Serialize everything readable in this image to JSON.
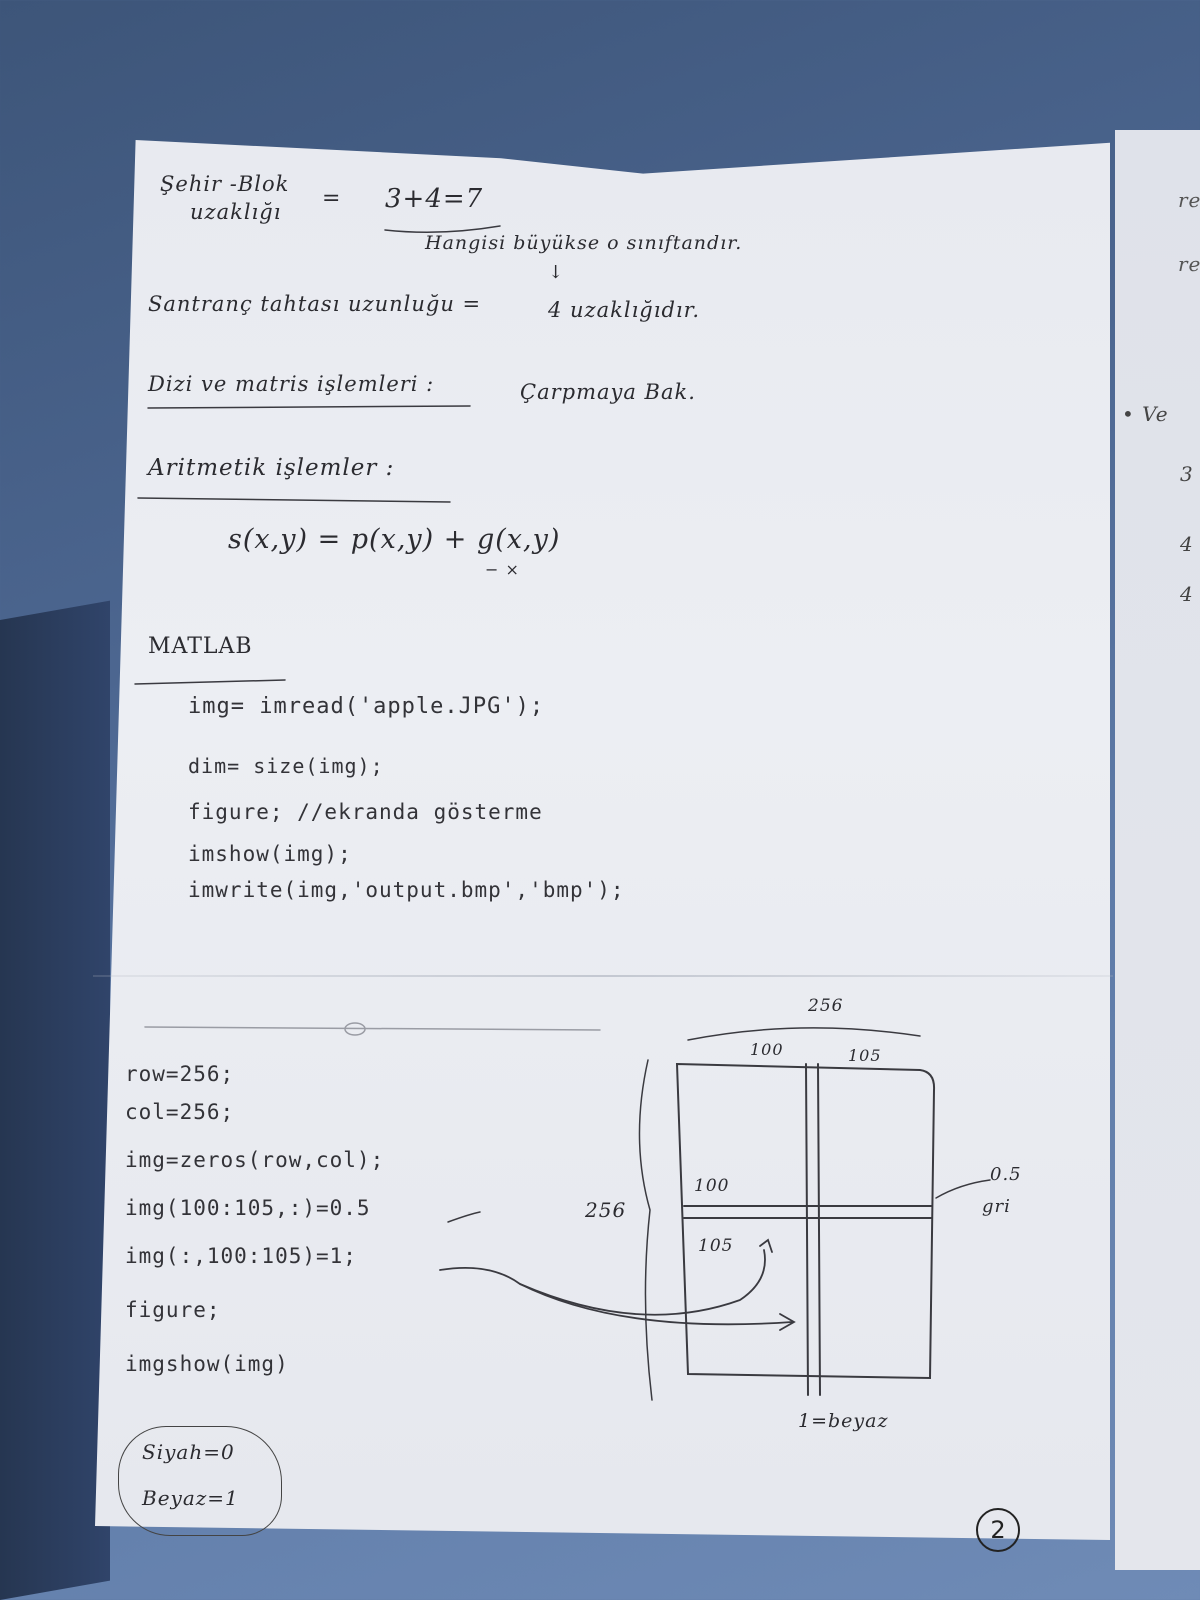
{
  "notes": {
    "l1a": "Şehir -Blok",
    "l1b": "uzaklığı",
    "l1eq": "=",
    "l1val": "3+4=7",
    "l2": "Hangisi büyükse o sınıftandır.",
    "l2arrow": "↓",
    "l3a": "Santranç tahtası uzunluğu =",
    "l3b": "4 uzaklığıdır.",
    "l4a": "Dizi ve matris işlemleri :",
    "l4b": "Çarpmaya Bak.",
    "l5": "Aritmetik işlemler :",
    "formula": "s(x,y) = p(x,y) + g(x,y)",
    "formula_ops": "− ×",
    "matlab_title": "MATLAB",
    "code1": [
      "img= imread('apple.JPG');",
      "dim= size(img);",
      "figure; //ekranda gösterme",
      "imshow(img);",
      "imwrite(img,'output.bmp','bmp');"
    ],
    "code2": [
      "row=256;",
      "col=256;",
      "img=zeros(row,col);",
      "img(100:105,:)=0.5",
      "img(:,100:105)=1;",
      "figure;",
      "imgshow(img)"
    ],
    "box_lines": [
      "Siyah=0",
      "Beyaz=1"
    ],
    "page_number": "2"
  },
  "diagram": {
    "top_width": "256",
    "col_100": "100",
    "col_105": "105",
    "left_height": "256",
    "row_100": "100",
    "row_105": "105",
    "right_value": "0.5",
    "right_label": "gri",
    "bottom_label": "1=beyaz"
  },
  "next_page_fragments": [
    "re",
    "re",
    "• Ve",
    "3",
    "4",
    "4"
  ]
}
